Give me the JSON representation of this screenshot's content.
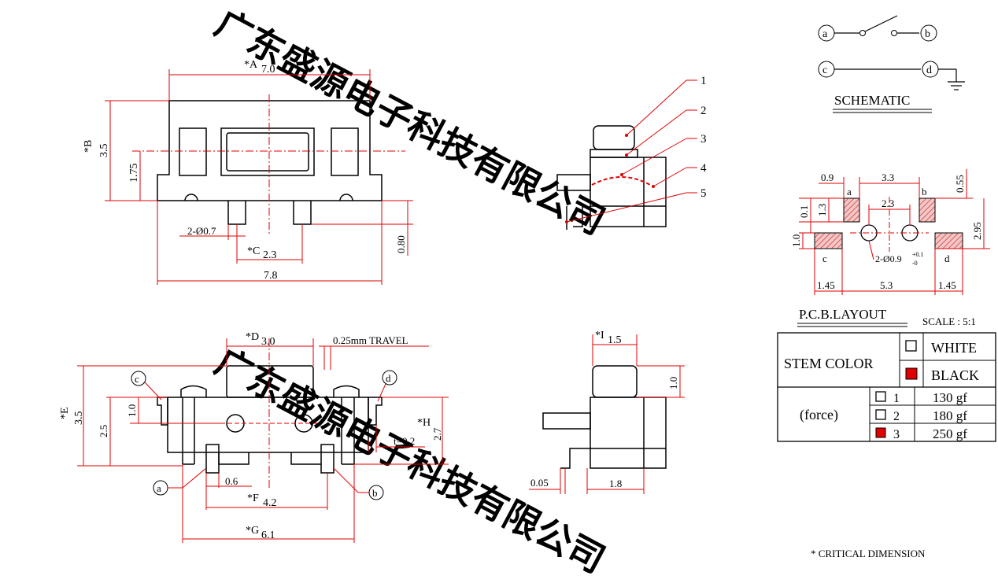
{
  "watermark": "广东盛源电子科技有限公司",
  "top_view": {
    "dim_A": "*A",
    "dim_A_val": "7.0",
    "dim_B": "*B",
    "dim_B_val": "3.5",
    "dim_175": "1.75",
    "dim_pin": "2-Ø0.7",
    "dim_C": "*C",
    "dim_C_val": "2.3",
    "dim_total": "7.8",
    "dim_080": "0.80"
  },
  "side_view_top": {
    "callouts": [
      "1",
      "2",
      "3",
      "4",
      "5"
    ]
  },
  "front_view": {
    "dim_D": "*D",
    "dim_D_val": "3.0",
    "travel": "0.25mm TRAVEL",
    "dim_E": "*E",
    "dim_E_val": "3.5",
    "dim_10": "1.0",
    "dim_25": "2.5",
    "dim_H": "*H",
    "dim_H_val": "2.7",
    "dim_t": "t=0.2",
    "dim_06": "0.6",
    "dim_F": "*F",
    "dim_F_val": "4.2",
    "dim_G": "*G",
    "dim_G_val": "6.1",
    "terminals": [
      "a",
      "b",
      "c",
      "d"
    ]
  },
  "side_view_bottom": {
    "dim_I": "*I",
    "dim_I_val": "1.5",
    "dim_10": "1.0",
    "dim_005": "0.05",
    "dim_18": "1.8"
  },
  "schematic": {
    "title": "SCHEMATIC",
    "terminals": [
      "a",
      "b",
      "c",
      "d"
    ]
  },
  "pcb_layout": {
    "title": "P.C.B.LAYOUT",
    "scale": "SCALE : 5:1",
    "dims": {
      "d09": "0.9",
      "d33": "3.3",
      "d055": "0.55",
      "d01": "0.1",
      "d13": "1.3",
      "d23": "2.3",
      "d295": "2.95",
      "d10": "1.0",
      "hole": "2-Ø0.9",
      "hole_tol_plus": "+0.1",
      "hole_tol_minus": "-0",
      "d145a": "1.45",
      "d53": "5.3",
      "d145b": "1.45"
    },
    "pads": [
      "a",
      "b",
      "c",
      "d"
    ]
  },
  "spec_table": {
    "stem_color_label": "STEM COLOR",
    "colors": [
      {
        "label": "WHITE",
        "checked": false
      },
      {
        "label": "BLACK",
        "checked": true
      }
    ],
    "force_label": "(force)",
    "forces": [
      {
        "num": "1",
        "value": "130 gf",
        "checked": false
      },
      {
        "num": "2",
        "value": "180 gf",
        "checked": false
      },
      {
        "num": "3",
        "value": "250 gf",
        "checked": true
      }
    ],
    "check_color": "#e00000"
  },
  "note": "* CRITICAL  DIMENSION"
}
